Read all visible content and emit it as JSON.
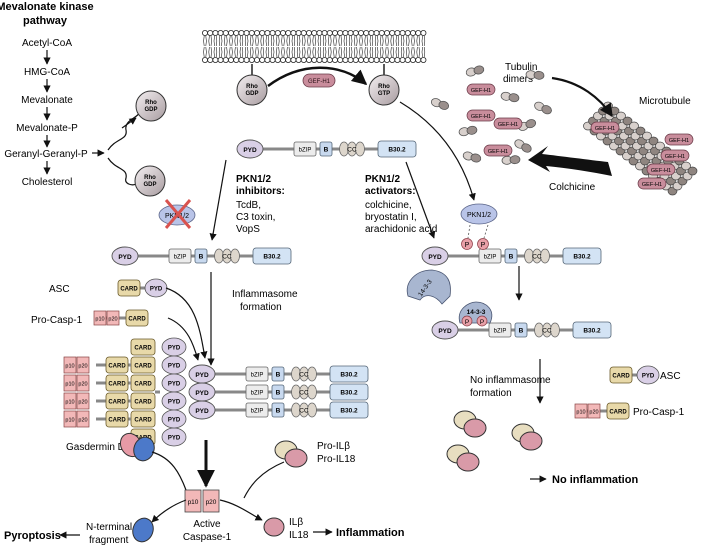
{
  "mevalonate": {
    "title_line1": "Mevalonate kinase",
    "title_line2": "pathway",
    "steps": [
      "Acetyl-CoA",
      "HMG-CoA",
      "Mevalonate",
      "Mevalonate-P",
      "Geranyl-Geranyl-P",
      "Cholesterol"
    ]
  },
  "rho": {
    "gdp_top": "Rho",
    "gdp_bottom": "GDP",
    "gtp_top": "Rho",
    "gtp_bottom": "GTP"
  },
  "gef": "GEF-H1",
  "tubulin": {
    "line1": "Tubulin",
    "line2": "dimers"
  },
  "microtubule": "Microtubule",
  "colchicine": "Colchicine",
  "pyrin": {
    "pyd": "PYD",
    "bzip": "bZIP",
    "b": "B",
    "cc": "CC",
    "b302": "B30.2"
  },
  "pkn": "PKN1/2",
  "inhibitors": {
    "title_line1": "PKN1/2",
    "title_line2": "inhibitors:",
    "items": [
      "TcdB,",
      "C3 toxin,",
      "VopS"
    ]
  },
  "activators": {
    "title_line1": "PKN1/2",
    "title_line2": "activators:",
    "items": [
      "colchicine,",
      "bryostatin I,",
      "arachidonic acid"
    ]
  },
  "phospho": "P",
  "protein1433": "14-3-3",
  "asc": "ASC",
  "procasp": "Pro-Casp-1",
  "card": "CARD",
  "p10": "p10",
  "p20": "p20",
  "inflammasome_formation": {
    "line1": "Inflammasome",
    "line2": "formation"
  },
  "no_inflammasome": {
    "line1": "No inflammasome",
    "line2": "formation"
  },
  "gasdermin": "Gasdermin D",
  "pro_il": {
    "line1": "Pro-ILβ",
    "line2": "Pro-IL18"
  },
  "active_caspase": {
    "line1": "Active",
    "line2": "Caspase-1"
  },
  "nterm": {
    "line1": "N-terminal",
    "line2": "fragment"
  },
  "pyroptosis": "Pyroptosis",
  "il": {
    "line1": "ILβ",
    "line2": "IL18"
  },
  "inflammation": "Inflammation",
  "no_inflammation": "No inflammation",
  "colors": {
    "pyd": "#d9cfe6",
    "bzip": "#ececec",
    "b": "#c8d9ef",
    "cc": "#ddd6cc",
    "b302": "#d3e3f4",
    "card": "#e8d9a9",
    "p10p20": "#f2b8b8",
    "pkn": "#b9c4e8",
    "phospho": "#e8a0a8",
    "gef": "#c98d9c",
    "red_x": "#d9534f"
  }
}
